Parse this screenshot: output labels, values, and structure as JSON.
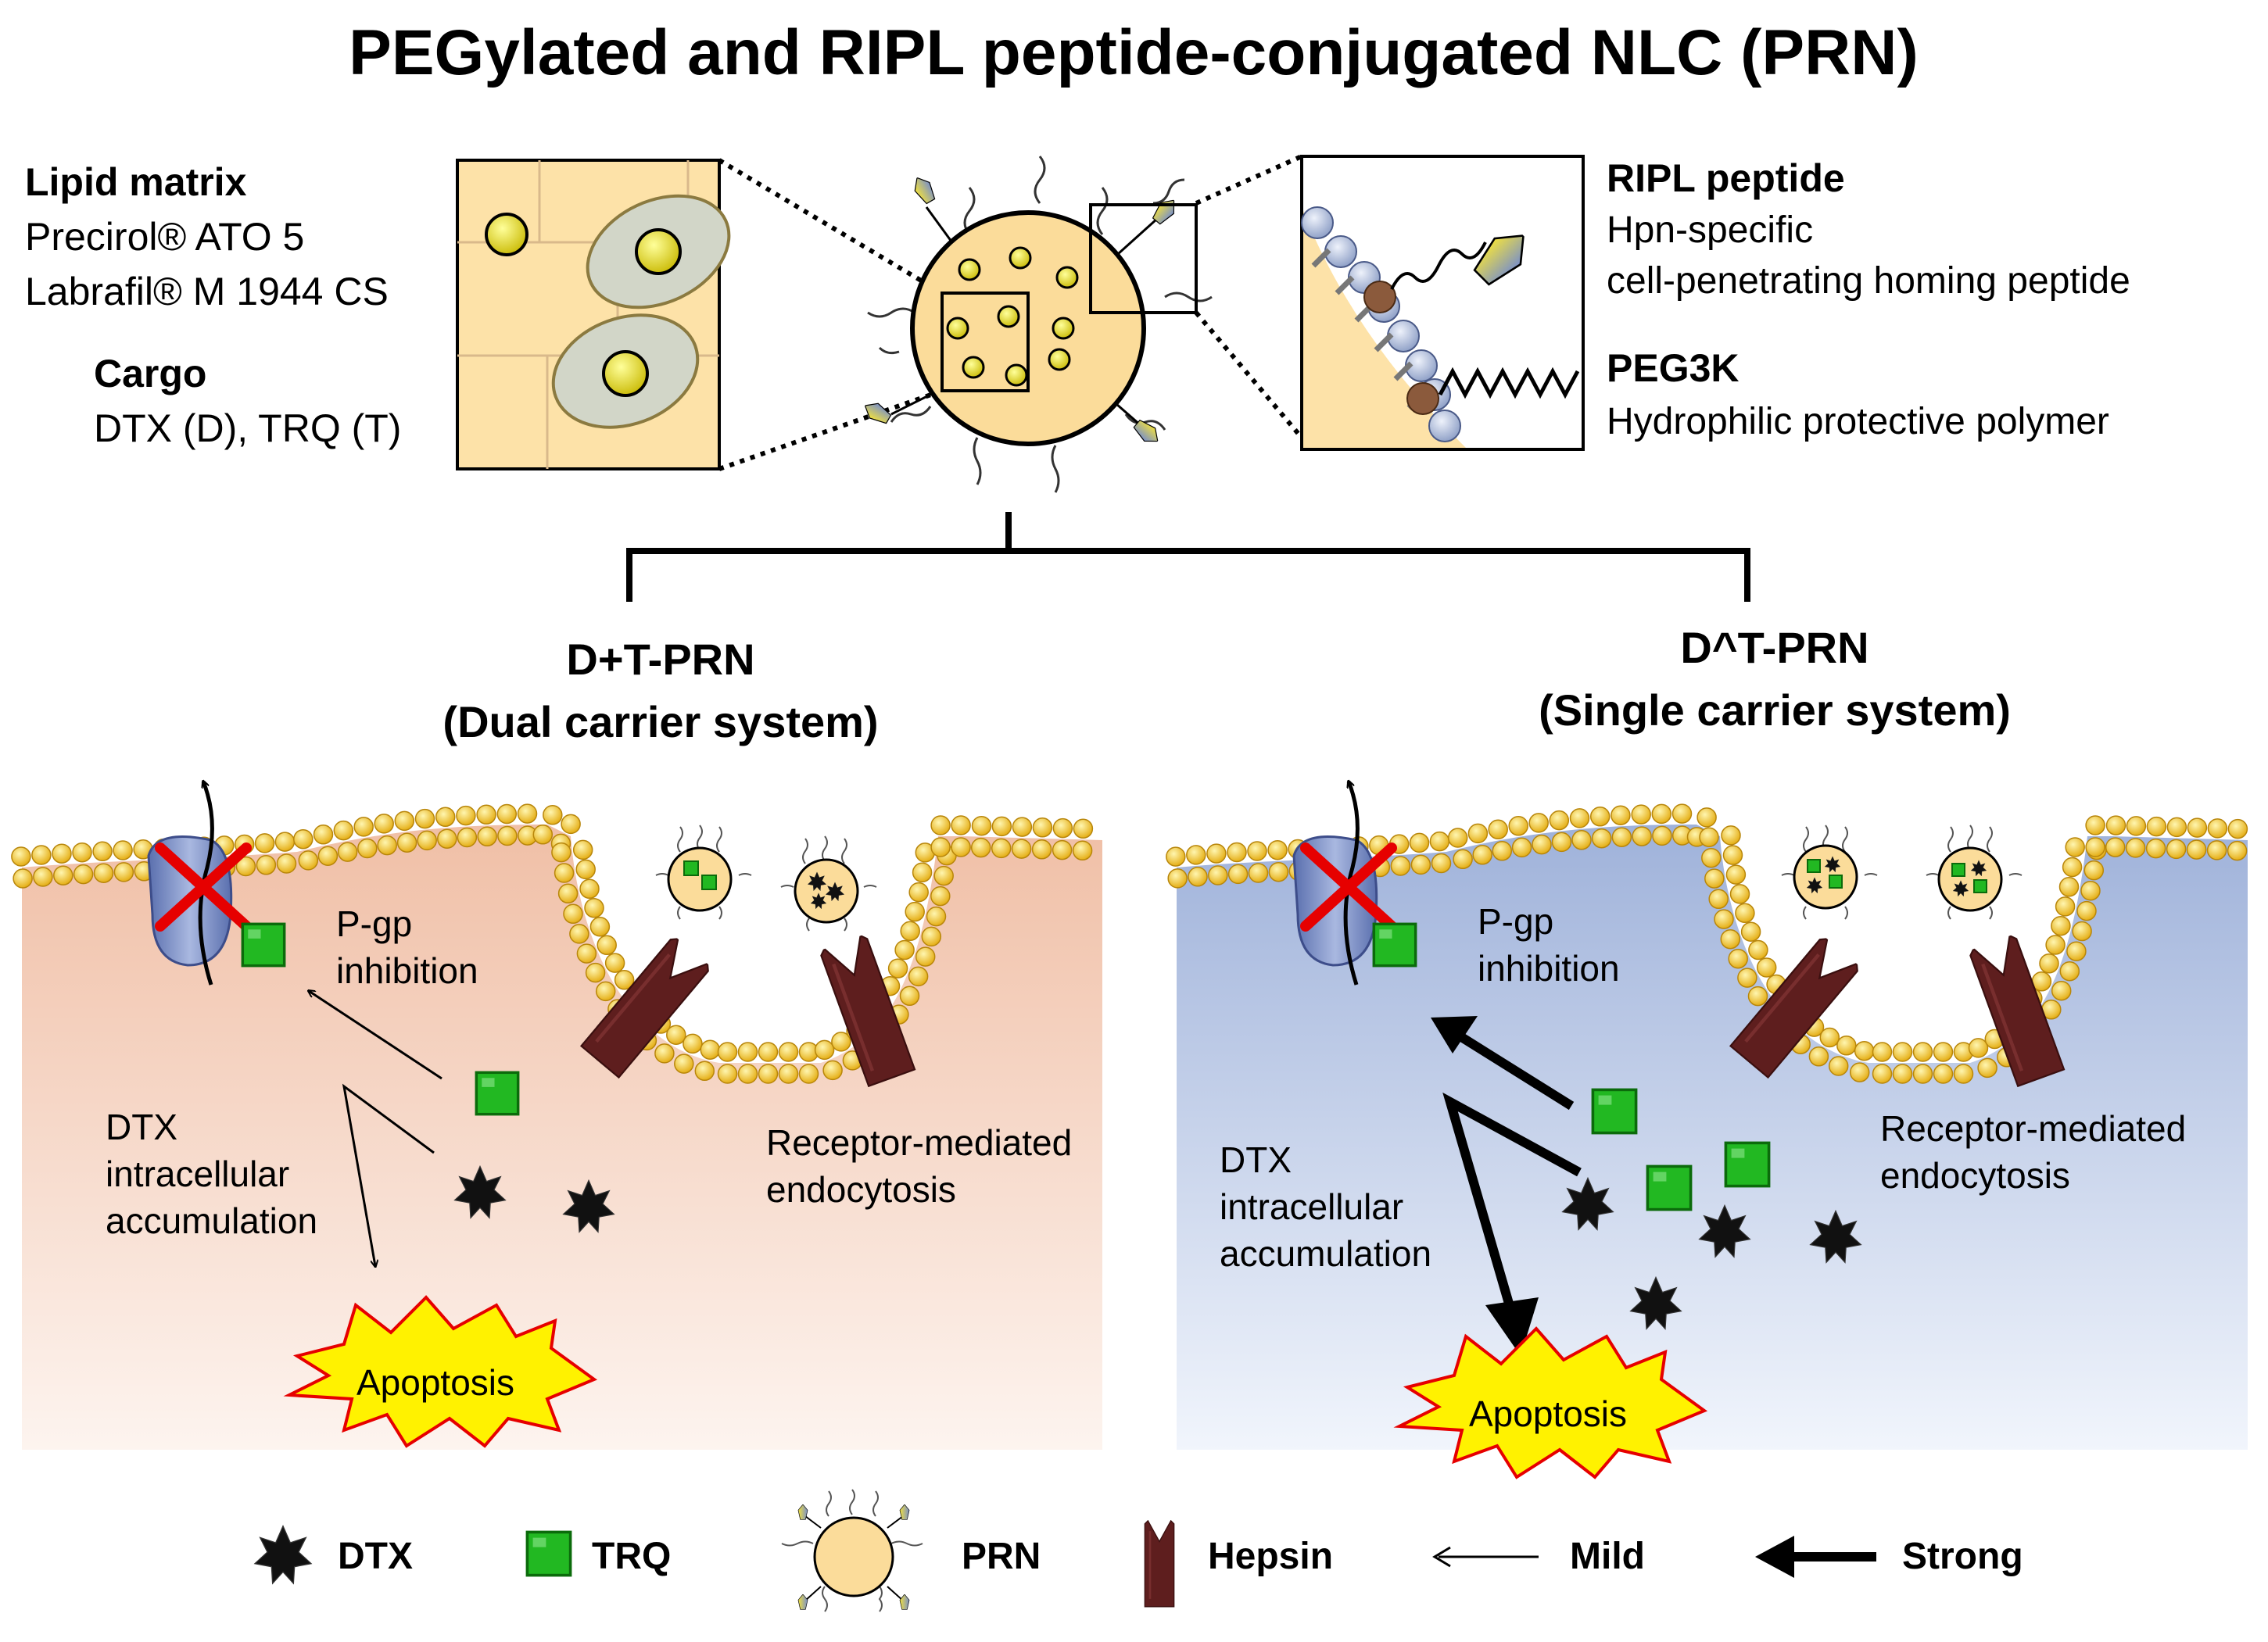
{
  "title": "PEGylated and RIPL peptide-conjugated NLC (PRN)",
  "left_info": {
    "lipid_heading": "Lipid matrix",
    "lipid_1": "Precirol® ATO 5",
    "lipid_2": "Labrafil® M 1944 CS",
    "cargo_heading": "Cargo",
    "cargo_items": "DTX (D), TRQ (T)"
  },
  "right_info": {
    "ripl_heading": "RIPL peptide",
    "ripl_line_1": "Hpn-specific",
    "ripl_line_2": "cell-penetrating homing peptide",
    "peg_heading": "PEG3K",
    "peg_line_1": "Hydrophilic protective polymer"
  },
  "panels": {
    "left": {
      "title_1": "D+T-PRN",
      "title_2": "(Dual carrier system)",
      "pgp_1": "P-gp",
      "pgp_2": "inhibition",
      "dtx_1": "DTX",
      "dtx_2": "intracellular",
      "dtx_3": "accumulation",
      "rme_1": "Receptor-mediated",
      "rme_2": "endocytosis",
      "apoptosis": "Apoptosis",
      "arrow_strength": "Mild"
    },
    "right": {
      "title_1": "D^T-PRN",
      "title_2": "(Single carrier system)",
      "pgp_1": "P-gp",
      "pgp_2": "inhibition",
      "dtx_1": "DTX",
      "dtx_2": "intracellular",
      "dtx_3": "accumulation",
      "rme_1": "Receptor-mediated",
      "rme_2": "endocytosis",
      "apoptosis": "Apoptosis",
      "arrow_strength": "Strong"
    }
  },
  "legend": {
    "dtx": "DTX",
    "trq": "TRQ",
    "prn": "PRN",
    "hepsin": "Hepsin",
    "mild": "Mild",
    "strong": "Strong"
  },
  "colors": {
    "lipid_bead": "#f2c418",
    "cargo_dot": "#e8e000",
    "trq_green": "#22b822",
    "dtx_black": "#111111",
    "hepsin": "#5e1e1e",
    "pgp_blue": "#7f93c9",
    "cell_left": "#f0bfa6",
    "cell_right": "#9fb2da",
    "nlc_fill": "#fbdc9a",
    "inhibit_red": "#e60000",
    "apoptosis_fill": "#fff200"
  }
}
